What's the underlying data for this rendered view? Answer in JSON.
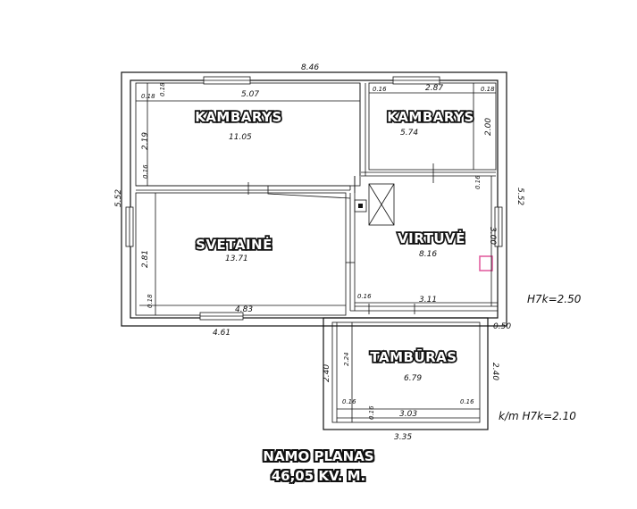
{
  "rooms": {
    "bedroom1": {
      "name": "KAMBARYS",
      "area": "11.05"
    },
    "bedroom2": {
      "name": "KAMBARYS",
      "area": "5.74"
    },
    "living": {
      "name": "SVETAINĖ",
      "area": "13.71"
    },
    "kitchen": {
      "name": "VIRTUVĖ",
      "area": "8.16"
    },
    "vestibule": {
      "name": "TAMBŪRAS",
      "area": "6.79"
    }
  },
  "dimensions": {
    "top_overall": "8.46",
    "left_overall": "5.52",
    "right_overall": "5.52",
    "bedroom1_width": "5.07",
    "bedroom1_height": "2.19",
    "bedroom2_width": "2.87",
    "bedroom2_height": "2.00",
    "living_height": "2.81",
    "living_width": "4.83",
    "bottom_left": "4.61",
    "kitchen_height": "3.00",
    "kitchen_width": "3.11",
    "vestibule_width": "3.03",
    "vestibule_outer_width": "3.35",
    "vestibule_left_outer": "2.40",
    "vestibule_left_inner": "2.24",
    "vestibule_right": "2.40",
    "offset_right": "0.50",
    "wall_a": "0.18",
    "wall_b": "0.18",
    "wall_c": "0.16",
    "wall_d": "0.18",
    "wall_e": "0.16",
    "wall_f": "0.16",
    "wall_g": "0.18",
    "wall_h": "0.16",
    "wall_i": "0.16",
    "wall_j": "0.16",
    "wall_k": "0.16"
  },
  "annotations": {
    "ceiling_main": "H7k=2.50",
    "ceiling_vestibule": "k/m H7k=2.10"
  },
  "caption": {
    "title": "NAMO PLANAS",
    "area": "46,05 KV. M."
  }
}
